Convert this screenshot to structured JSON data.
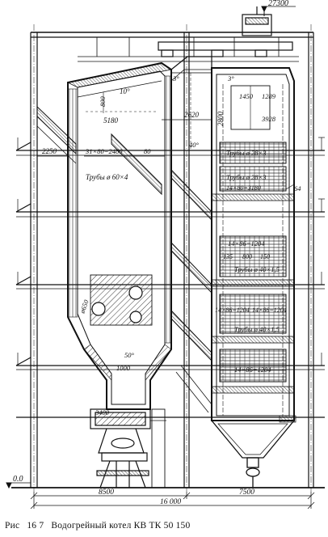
{
  "caption": {
    "prefix": "Рис",
    "number": "16 7",
    "text": "Водогрейный котел КВ ТК 50 150"
  },
  "elevations": {
    "top": "27300",
    "ground": "0.0"
  },
  "dimensions": {
    "d800": "800",
    "d5180": "5180",
    "d2620": "2620",
    "d2800": "2800",
    "d1450": "1450",
    "d1289": "1289",
    "d3928": "3928",
    "d2250": "2250",
    "pitch_main": "31×80=2480",
    "d80": "80",
    "d64": "64",
    "pitch_upper": "14×80=3180",
    "d1000": "1000",
    "d3400": "3400",
    "d650": "ø650",
    "pack_a": "14×86=1204",
    "d135": "135",
    "d800b": "800",
    "d150": "150",
    "pack_b1": "14×86=1204",
    "pack_b2": "14×86=1204",
    "pack_c": "14×86=1204",
    "span_left": "8500",
    "span_right": "7500",
    "span_total": "16 000"
  },
  "angles": {
    "a10": "10°",
    "a3_left": "3°",
    "a3_right": "3°",
    "a40": "40°",
    "a50": "50°"
  },
  "pipe_labels": {
    "main_tubes": "Трубы ø 60×4",
    "conv_1": "Трубы ø 28×3",
    "conv_2": "Трубы ø 28×3",
    "conv_3": "Трубы ø 40×1,5",
    "conv_4": "Трубы ø 40×1,5"
  }
}
